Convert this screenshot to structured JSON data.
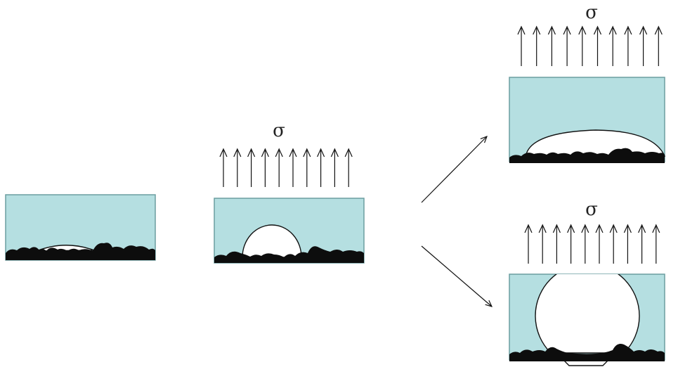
{
  "stress_symbol": "σ",
  "colors": {
    "fluid": "#b5dfe1",
    "fluid_border": "#6b9ea0",
    "substrate": "#0d0d0d",
    "bubble": "#ffffff"
  },
  "panels": [
    {
      "id": "initial",
      "stress_applied": false,
      "bubble_shape": "flat-cap"
    },
    {
      "id": "loaded",
      "stress_applied": true,
      "bubble_shape": "hemisphere"
    },
    {
      "id": "spreading",
      "stress_applied": true,
      "bubble_shape": "wide-dome"
    },
    {
      "id": "detaching",
      "stress_applied": true,
      "bubble_shape": "near-sphere"
    }
  ]
}
